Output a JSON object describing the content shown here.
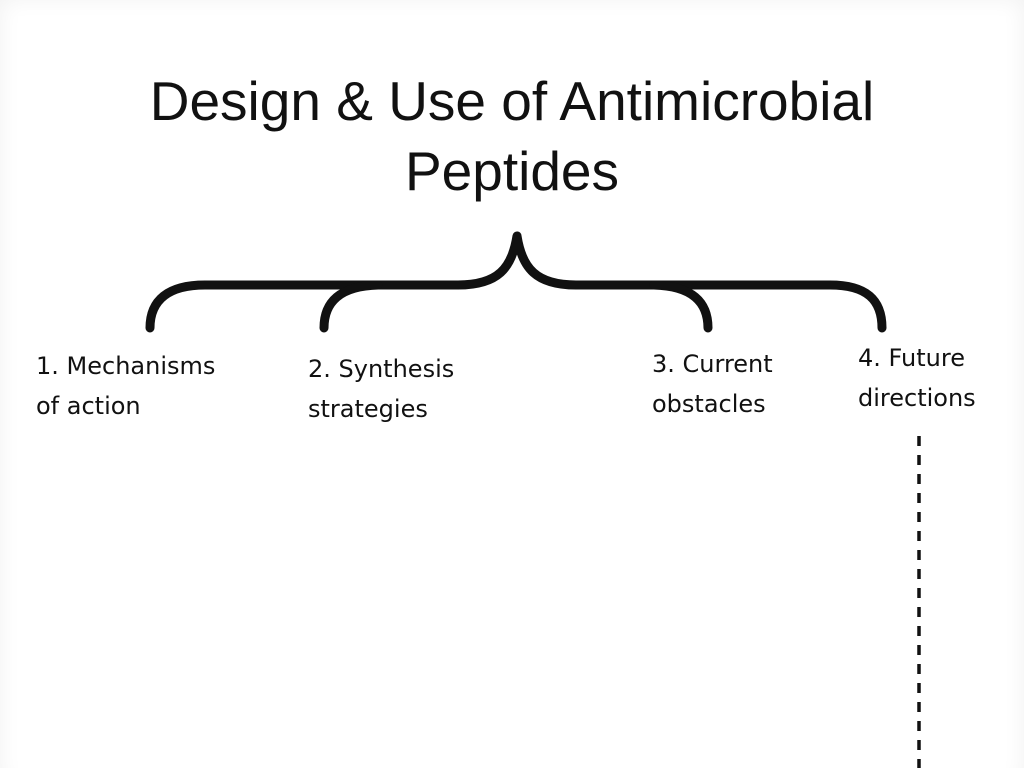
{
  "title": {
    "line1": "Design & Use of Antimicrobial",
    "line2": "Peptides"
  },
  "topics": [
    {
      "line1": "1. Mechanisms",
      "line2": "of action"
    },
    {
      "line1": "2. Synthesis",
      "line2": "strategies"
    },
    {
      "line1": "3. Current",
      "line2": "obstacles"
    },
    {
      "line1": "4. Future",
      "line2": "directions"
    }
  ],
  "colors": {
    "background": "#f1f1f1",
    "slide": "#ffffff",
    "ink": "#111111"
  }
}
